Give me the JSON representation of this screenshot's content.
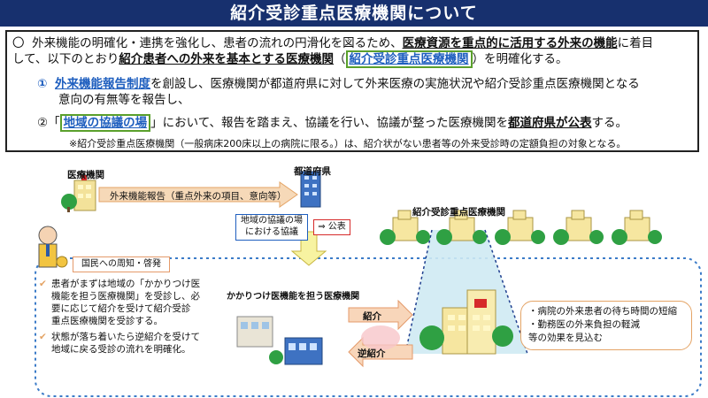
{
  "title": "紹介受診重点医療機関について",
  "intro": {
    "bullet": "〇",
    "line1_a": "外来機能の明確化・連携を強化し、患者の流れの円滑化を図るため、",
    "line1_b": "医療資源を重点的に活用する外来の機能",
    "line1_c": "に着目",
    "line2_a": "して、以下のとおり",
    "line2_b": "紹介患者への外来を基本とする医療機関",
    "line2_c": "（",
    "line2_d": "紹介受診重点医療機関",
    "line2_e": "）を明確化する。"
  },
  "item1": {
    "num": "①",
    "a": "外来機能報告制度",
    "b": "を創設し、医療機関が都道府県に対して外来医療の実施状況や紹介受診重点医療機関となる",
    "c": "意向の有無等を報告し、"
  },
  "item2": {
    "num": "②",
    "a": "「",
    "b": "地域の協議の場",
    "c": "」において、報告を踏まえ、協議を行い、協議が整った医療機関を",
    "d": "都道府県が公表",
    "e": "する。"
  },
  "note": "※紹介受診重点医療機関（一般病床200床以上の病院に限る。）は、紹介状がない患者等の外来受診時の定額負担の対象となる。",
  "diagram": {
    "hospital_label": "医療機関",
    "prefecture_label": "都道府県",
    "report_arrow": "外来機能報告（重点外来の項目、意向等）",
    "council_line1": "地域の協議の場",
    "council_line2": "における協議",
    "publish": "⇒ 公表",
    "referral_hospital_label": "紹介受診重点医療機関",
    "public_label": "国民への周知・啓発",
    "public_points": [
      [
        "患者がまずは地域の「かかりつけ医",
        "機能を担う医療機関」を受診し、必",
        "要に応じて紹介を受けて紹介受診",
        "重点医療機関を受診する。"
      ],
      [
        "状態が落ち着いたら逆紹介を受けて",
        "地域に戻る受診の流れを明確化。"
      ]
    ],
    "family_doctor_label": "かかりつけ医機能を担う医療機関",
    "referral": "紹介",
    "reverse_referral": "逆紹介",
    "effects": [
      "・病院の外来患者の待ち時間の短縮",
      "・勤務医の外来負担の軽減",
      "等の効果を見込む"
    ]
  },
  "colors": {
    "title_bg": "#17306e",
    "accent_blue": "#1f5fbf",
    "green": "#5aa02c",
    "dotted": "#3b7bc8"
  }
}
